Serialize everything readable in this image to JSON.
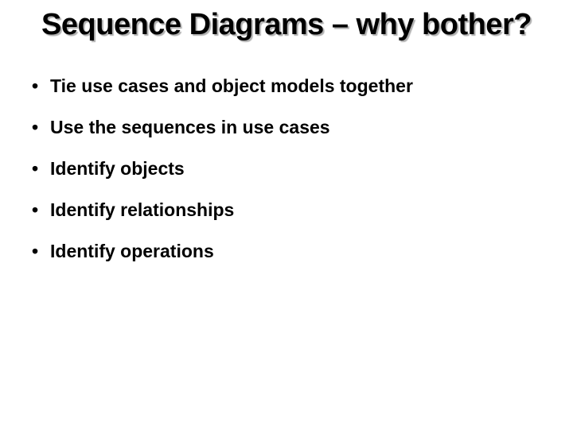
{
  "slide": {
    "title": "Sequence Diagrams – why bother?",
    "bullet_char": "•",
    "bullets": [
      "Tie use cases and object models together",
      "Use the sequences in use cases",
      "Identify objects",
      "Identify relationships",
      "Identify operations"
    ],
    "colors": {
      "background": "#ffffff",
      "text": "#000000",
      "title_shadow": "#b0b0b0"
    }
  }
}
